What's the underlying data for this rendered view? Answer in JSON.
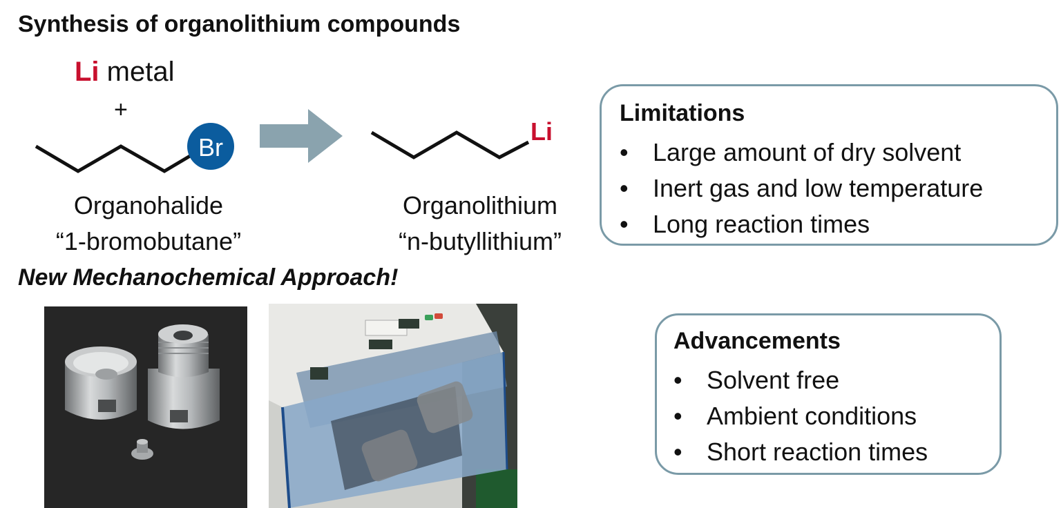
{
  "heading": "Synthesis of organolithium compounds",
  "reaction": {
    "reagent_symbol": "Li",
    "reagent_text": " metal",
    "plus": "+",
    "halogen": "Br",
    "product_metal": "Li",
    "reactant": {
      "name": "Organohalide",
      "common": "“1-bromobutane”"
    },
    "product": {
      "name": "Organolithium",
      "common": "“n-butyllithium”"
    }
  },
  "limitations": {
    "title": "Limitations",
    "items": [
      "Large amount of dry solvent",
      "Inert gas and low temperature",
      "Long reaction times"
    ]
  },
  "new_approach": "New Mechanochemical Approach!",
  "advancements": {
    "title": "Advancements",
    "items": [
      "Solvent free",
      "Ambient conditions",
      "Short reaction times"
    ]
  },
  "bullet": "•",
  "colors": {
    "lithium_red": "#c8102e",
    "bromine_blue": "#0b5c9e",
    "arrow_gray": "#8aa3ae",
    "box_border": "#7a9aa7"
  }
}
